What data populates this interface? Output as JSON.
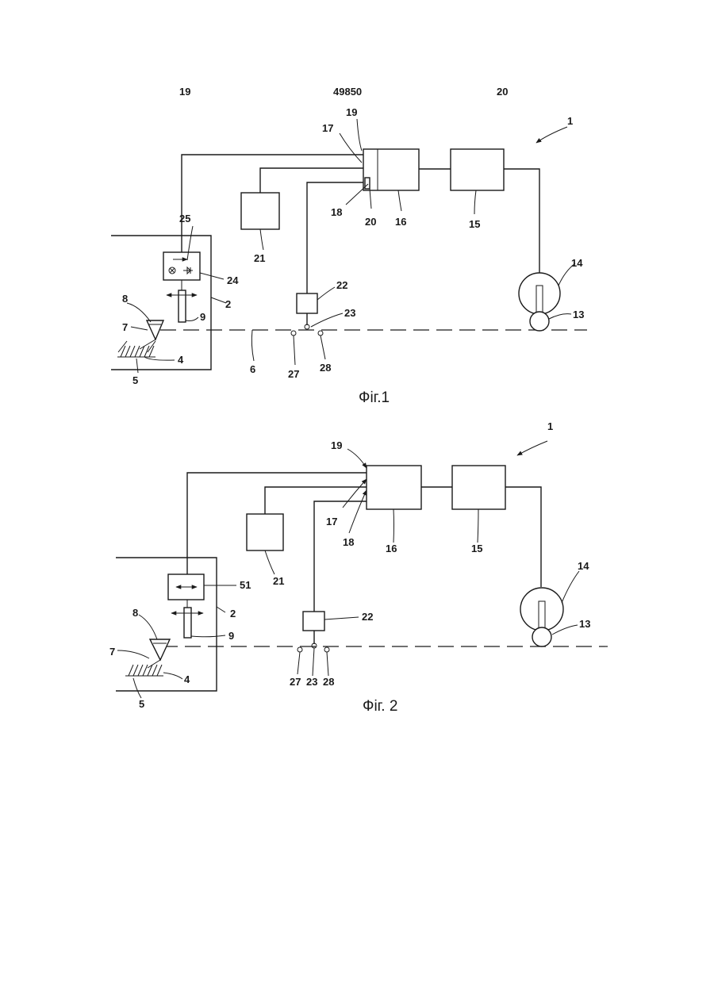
{
  "header": {
    "left": "19",
    "center": "49850",
    "right": "20"
  },
  "fig1": {
    "caption": "Фіг.1",
    "labels": {
      "n1": "1",
      "n2": "2",
      "n4": "4",
      "n5": "5",
      "n6": "6",
      "n7": "7",
      "n8": "8",
      "n9": "9",
      "n13": "13",
      "n14": "14",
      "n15": "15",
      "n16": "16",
      "n17": "17",
      "n18": "18",
      "n19": "19",
      "n20": "20",
      "n21": "21",
      "n22": "22",
      "n23": "23",
      "n24": "24",
      "n25": "25",
      "n27": "27",
      "n28": "28"
    }
  },
  "fig2": {
    "caption": "Фіг. 2",
    "labels": {
      "n1": "1",
      "n2": "2",
      "n4": "4",
      "n5": "5",
      "n7": "7",
      "n8": "8",
      "n9": "9",
      "n13": "13",
      "n14": "14",
      "n15": "15",
      "n16": "16",
      "n17": "17",
      "n18": "18",
      "n19": "19",
      "n21": "21",
      "n22": "22",
      "n23": "23",
      "n27": "27",
      "n28": "28",
      "n51": "51"
    }
  }
}
